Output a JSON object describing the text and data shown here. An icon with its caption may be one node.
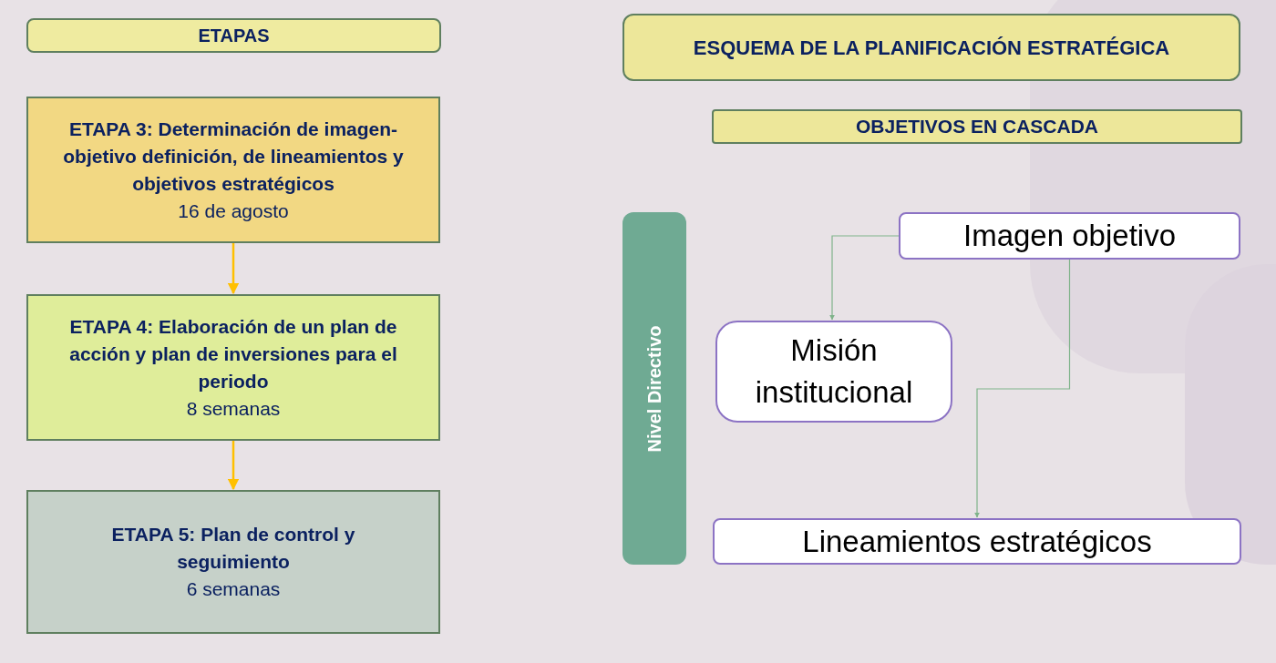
{
  "diagram": {
    "nodes": [
      {
        "text": [
          "ETAPAS"
        ]
      },
      {
        "text": [
          "ETAPA 3: Determinación de imagen-objetivo definición, de lineamientos y objetivos estratégicos",
          "16 de agosto"
        ]
      },
      {
        "text": [
          "ETAPA 4: Elaboración de un plan de acción y plan de inversiones para el periodo",
          "8 semanas"
        ]
      },
      {
        "text": [
          "ETAPA 5: Plan de control y seguimiento",
          "6 semanas"
        ]
      },
      {
        "text": [
          "ESQUEMA DE LA PLANIFICACIÓN ESTRATÉGICA"
        ]
      },
      {
        "text": [
          "OBJETIVOS EN CASCADA"
        ]
      },
      {
        "text": [
          "Nivel Directivo"
        ]
      },
      {
        "text": [
          "Imagen objetivo"
        ]
      },
      {
        "text": [
          "Misión institucional"
        ]
      },
      {
        "text": [
          "Lineamientos estratégicos"
        ]
      }
    ],
    "edges": [
      {
        "from": 1,
        "to": 2,
        "arrow": "to",
        "color": "#ffc000"
      },
      {
        "from": 2,
        "to": 3,
        "arrow": "to",
        "color": "#ffc000"
      },
      {
        "from": 7,
        "to": 8,
        "arrow": "to",
        "color": "#7fb38a"
      },
      {
        "from": 7,
        "to": 9,
        "arrow": "to",
        "color": "#7fb38a"
      }
    ]
  }
}
